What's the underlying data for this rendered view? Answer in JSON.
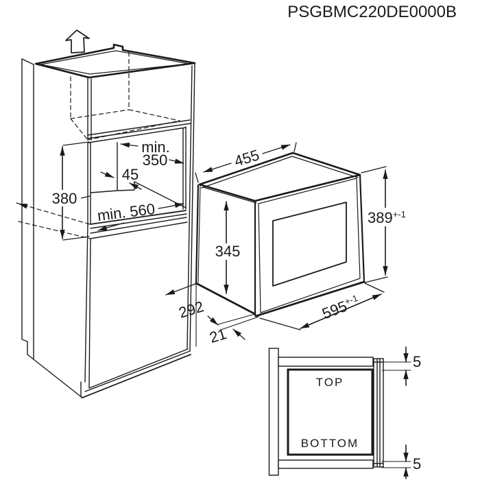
{
  "title": "PSGBMC220DE0000B",
  "colors": {
    "line": "#1a1a1a",
    "background": "#ffffff"
  },
  "cabinet_view": {
    "dim_niche_depth_line1": "min.",
    "dim_niche_depth_line2": "350",
    "dim_back_offset": "45",
    "dim_niche_height": "380",
    "dim_niche_width": "min. 560"
  },
  "oven_view": {
    "dim_body_width": "455",
    "dim_body_height": "345",
    "dim_front_height": "389",
    "dim_front_height_tol": "+-1",
    "dim_front_width": "595",
    "dim_front_width_tol": "+-1",
    "dim_body_depth": "292",
    "dim_frame_overhang": "21"
  },
  "section_view": {
    "label_top": "TOP",
    "label_bottom": "BOTTOM",
    "dim_gap_top": "5",
    "dim_gap_bottom": "5"
  },
  "icons": {
    "up_arrow": "up-arrow-icon"
  }
}
